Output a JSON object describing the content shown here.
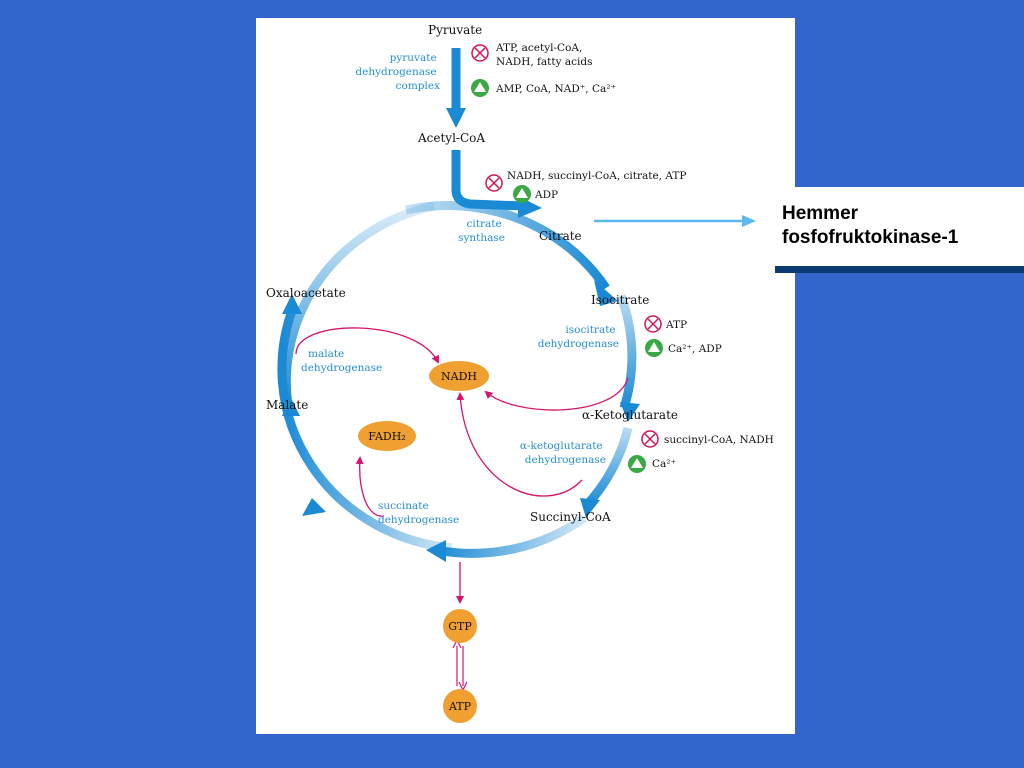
{
  "diagram": {
    "metabolites": {
      "pyruvate": "Pyruvate",
      "acetyl_coa": "Acetyl-CoA",
      "citrate": "Citrate",
      "isocitrate": "Isocitrate",
      "alpha_ketoglutarate": "α-Ketoglutarate",
      "succinyl_coa": "Succinyl-CoA",
      "malate": "Malate",
      "oxaloacetate": "Oxaloacetate"
    },
    "enzymes": {
      "pdh": [
        "pyruvate",
        "dehydrogenase",
        "complex"
      ],
      "citrate_synthase": [
        "citrate",
        "synthase"
      ],
      "isocitrate_dh": [
        "isocitrate",
        "dehydrogenase"
      ],
      "akg_dh": [
        "α-ketoglutarate",
        "dehydrogenase"
      ],
      "succinate_dh": [
        "succinate",
        "dehydrogenase"
      ],
      "malate_dh": [
        "malate",
        "dehydrogenase"
      ]
    },
    "regulators": {
      "pdh_inhib": [
        "ATP, acetyl-CoA,",
        "NADH, fatty acids"
      ],
      "pdh_act": "AMP, CoA, NAD⁺, Ca²⁺",
      "cs_inhib": "NADH, succinyl-CoA, citrate, ATP",
      "cs_act": "ADP",
      "idh_inhib": "ATP",
      "idh_act": "Ca²⁺, ADP",
      "akgdh_inhib": "succinyl-CoA, NADH",
      "akgdh_act": "Ca²⁺"
    },
    "products": {
      "nadh": "NADH",
      "fadh2": "FADH₂",
      "gtp": "GTP",
      "atp": "ATP"
    },
    "colors": {
      "pathway": "#1a8ad4",
      "enzyme_text": "#2a8fd0",
      "inhibitor": "#d4145a",
      "activator": "#3aa845",
      "product_fill": "#f0a030",
      "product_arrow": "#d6146e"
    }
  },
  "callout": {
    "text": "Hemmer\nfosfofruktokinase-1",
    "arrow_color": "#5bb8f0",
    "bar_color": "#0b3a73"
  }
}
